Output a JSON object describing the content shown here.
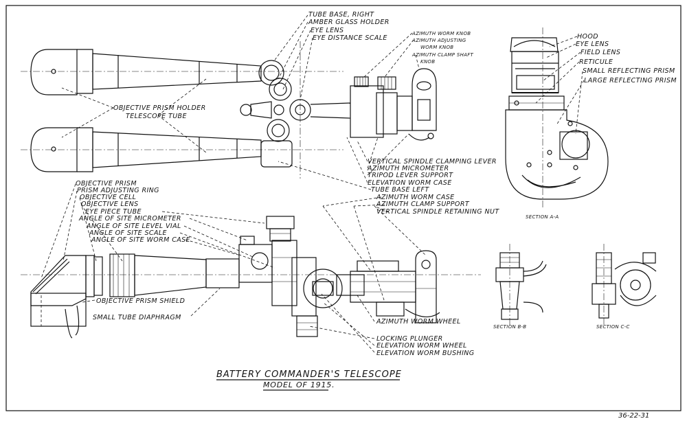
{
  "title": "BATTERY COMMANDER'S TELESCOPE",
  "subtitle": "MODEL OF 1915.",
  "figure_number": "36-22-31",
  "labels": {
    "tube_base_right": "TUBE BASE, RIGHT",
    "amber_glass_holder": "AMBER GLASS HOLDER",
    "eye_lens_top": "EYE LENS",
    "eye_distance_scale": "EYE DISTANCE SCALE",
    "azimuth_worm_knob": "AZIMUTH WORM KNOB",
    "azimuth_adjusting": "AZIMUTH ADJUSTING",
    "worm_knob": "WORM KNOB",
    "azimuth_clamp_shaft": "AZIMUTH CLAMP SHAFT",
    "knob": "KNOB",
    "objective_prism_holder": "OBJECTIVE PRISM HOLDER",
    "telescope_tube": "TELESCOPE TUBE",
    "vertical_spindle_clamping_lever": "VERTICAL SPINDLE CLAMPING LEVER",
    "azimuth_micrometer": "AZIMUTH MICROMETER",
    "tripod_lever_support": "TRIPOD LEVER SUPPORT",
    "elevation_worm_case": "ELEVATION WORM CASE",
    "tube_base_left": "TUBE BASE LEFT",
    "azimuth_worm_case": "AZIMUTH WORM CASE",
    "azimuth_clamp_support": "AZIMUTH CLAMP SUPPORT",
    "vertical_spindle_retaining_nut": "VERTICAL SPINDLE RETAINING NUT",
    "hood": "HOOD",
    "eye_lens_sec": "EYE LENS",
    "field_lens": "FIELD LENS",
    "reticule": "RETICULE",
    "small_reflecting_prism": "SMALL REFLECTING PRISM",
    "large_reflecting_prism": "LARGE REFLECTING PRISM",
    "objective_prism": "OBJECTIVE PRISM",
    "prism_adjusting_ring": "PRISM ADJUSTING RING",
    "objective_cell": "OBJECTIVE CELL",
    "objective_lens": "OBJECTIVE LENS",
    "eye_piece_tube": "EYE PIECE TUBE",
    "angle_of_site_micrometer": "ANGLE OF SITE MICROMETER",
    "angle_of_site_level_vial": "ANGLE OF SITE LEVEL VIAL",
    "angle_of_site_scale": "ANGLE OF SITE SCALE",
    "angle_of_site_worm_case": "ANGLE OF SITE WORM CASE",
    "objective_prism_shield": "OBJECTIVE PRISM SHIELD",
    "small_tube_diaphragm": "SMALL TUBE DIAPHRAGM",
    "azimuth_worm_wheel": "AZIMUTH WORM WHEEL",
    "locking_plunger": "LOCKING PLUNGER",
    "elevation_worm_wheel": "ELEVATION WORM WHEEL",
    "elevation_worm_bushing": "ELEVATION WORM BUSHING",
    "section_a": "SECTION A-A",
    "section_b": "SECTION B-B",
    "section_c": "SECTION C-C"
  },
  "colors": {
    "ink": "#111111",
    "paper": "#ffffff"
  }
}
